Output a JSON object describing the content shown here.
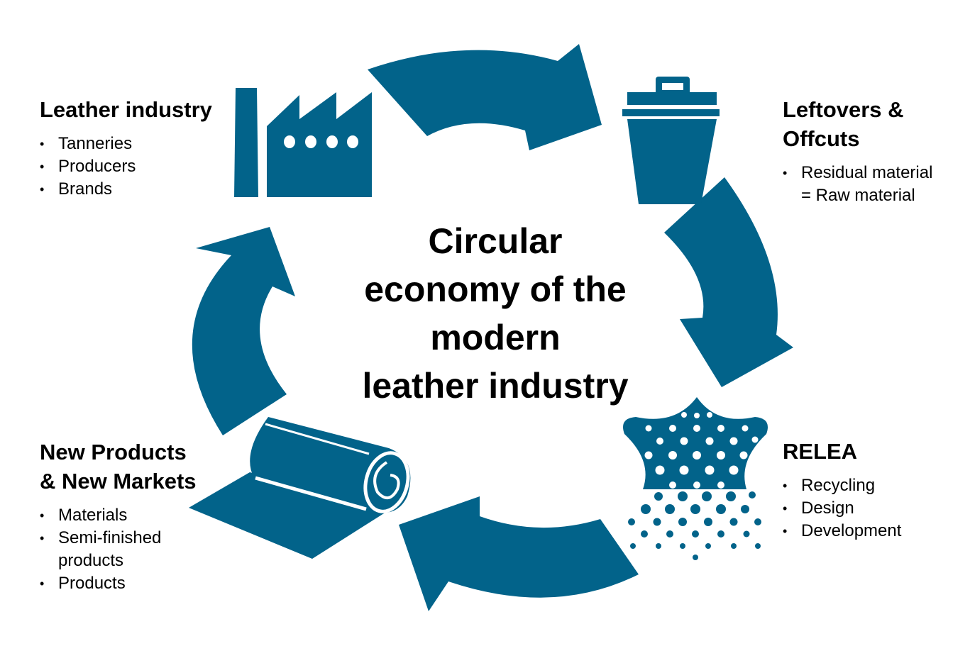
{
  "colors": {
    "accent": "#02638a",
    "text": "#000000",
    "background": "#ffffff"
  },
  "center": {
    "title_lines": [
      "Circular",
      "economy of the",
      "modern",
      "leather industry"
    ]
  },
  "nodes": {
    "leather_industry": {
      "icon": "factory-icon",
      "title_lines": [
        "Leather industry"
      ],
      "bullets": [
        "Tanneries",
        "Producers",
        "Brands"
      ]
    },
    "leftovers": {
      "icon": "trash-bin-icon",
      "title_lines": [
        "Leftovers &",
        "Offcuts"
      ],
      "bullets": [
        "Residual material",
        "= Raw material"
      ]
    },
    "relea": {
      "icon": "leather-recycling-icon",
      "title_lines": [
        "RELEA"
      ],
      "bullets": [
        "Recycling",
        "Design",
        "Development"
      ]
    },
    "new_products": {
      "icon": "leather-roll-icon",
      "title_lines": [
        "New Products",
        "& New Markets"
      ],
      "bullets": [
        "Materials",
        "Semi-finished",
        "products",
        "Products"
      ]
    }
  }
}
